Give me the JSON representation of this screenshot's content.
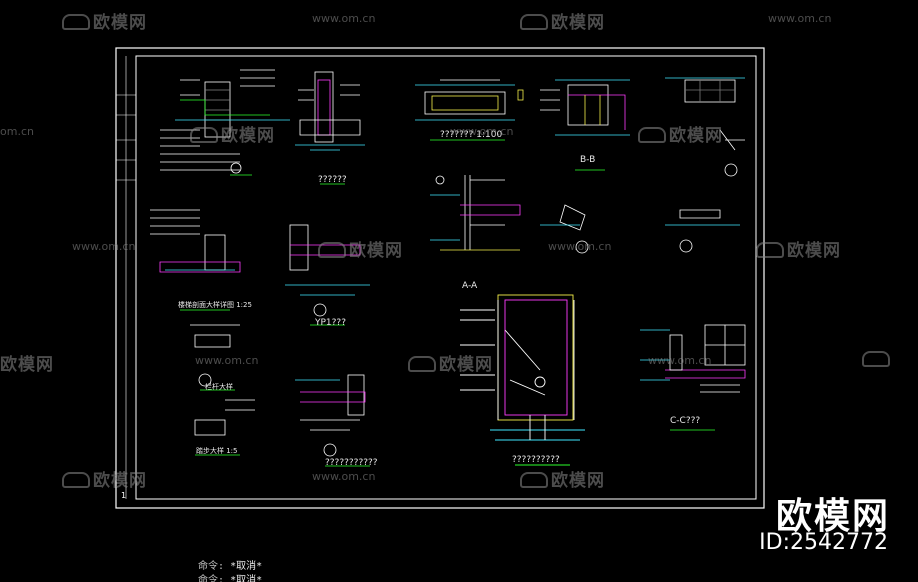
{
  "watermarks": {
    "brand": "欧模网",
    "url": "www.om.cn",
    "url_short": "om.cn",
    "id": "ID:2542772",
    "icon": "sofa-logo-icon"
  },
  "command_line": {
    "prompt": "命令:",
    "option": "*取消*"
  },
  "sheet": {
    "number": "1"
  },
  "drawing_labels": {
    "section_a": "A-A",
    "section_b": "B-B",
    "section_c": "C-C???",
    "detail_yp": "YP1???",
    "plan_title": "??????? 1:100",
    "detail_title_1": "??????",
    "detail_title_2": "???????????",
    "detail_title_3": "??????????",
    "note_1": "楼梯剖面大样详图 1:25",
    "note_2": "栏杆大样",
    "note_3": "踏步大样 1:5"
  },
  "colors": {
    "background": "#000000",
    "frame": "#ffffff",
    "line_green": "#2cff2c",
    "line_cyan": "#3fe8ff",
    "line_yellow": "#f5f04a",
    "line_magenta": "#ff3cff",
    "watermark": "#8a8a8a"
  }
}
